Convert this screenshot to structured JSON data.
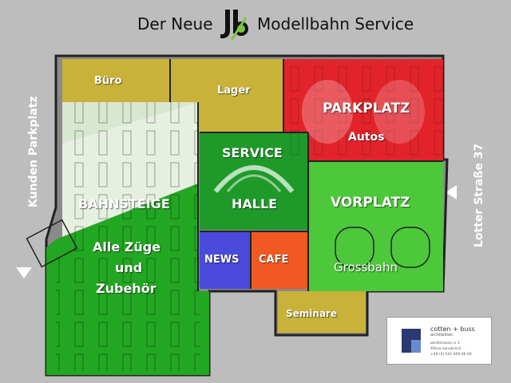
{
  "header": {
    "left": "Der Neue",
    "right": "Modellbahn  Service"
  },
  "side_labels": {
    "left": "Kunden Parkplatz",
    "right": "Lotter Straße 37"
  },
  "rooms": {
    "buero": "Büro",
    "lager": "Lager",
    "parkplatz_line1": "PARKPLATZ",
    "parkplatz_line2": "Autos",
    "service_line1": "SERVICE",
    "service_line2": "HALLE",
    "bahnsteige": "BAHNSTEIGE",
    "zuege_line1": "Alle Züge",
    "zuege_line2": "und",
    "zuege_line3": "Zubehör",
    "vorplatz": "VORPLATZ",
    "grossbahn": "Grossbahn",
    "news": "NEWS",
    "cafe": "CAFE",
    "seminare": "Seminare"
  },
  "architect": {
    "name": "cotten + buss",
    "sub": "architekten",
    "line1": "weststrasse nr 1",
    "line2": "49xxx osnabrück",
    "line3": "+49 (0) 541 000 00 00"
  },
  "colors": {
    "green": "#22a722",
    "light_green": "#6ed24a",
    "red": "#e2242a",
    "yellow": "#c8b23a",
    "blue": "#4a4adc",
    "orange": "#f05a22",
    "background": "#bdbdbd"
  },
  "icons": {
    "logo": "jb-logo-icon",
    "left_arrow": "triangle-down-icon",
    "right_arrow": "triangle-left-icon"
  }
}
